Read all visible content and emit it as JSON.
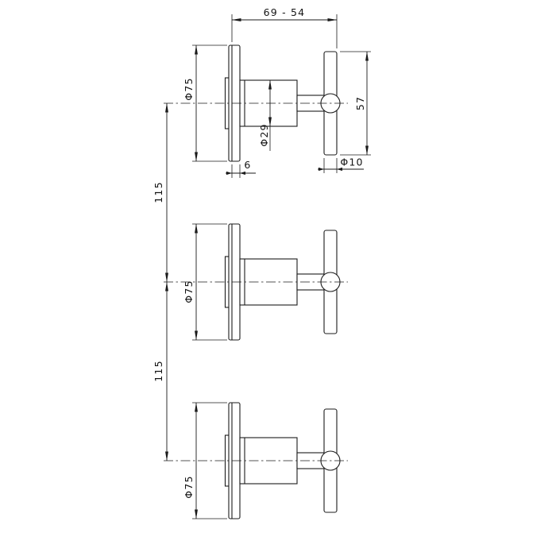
{
  "dimensions": {
    "overall_depth": "69 - 54",
    "flange_diameter": "Φ75",
    "handle_height": "57",
    "body_diameter": "Φ29",
    "flange_thickness": "6",
    "handle_bar_diameter": "Φ10",
    "vertical_spacing": "115"
  }
}
